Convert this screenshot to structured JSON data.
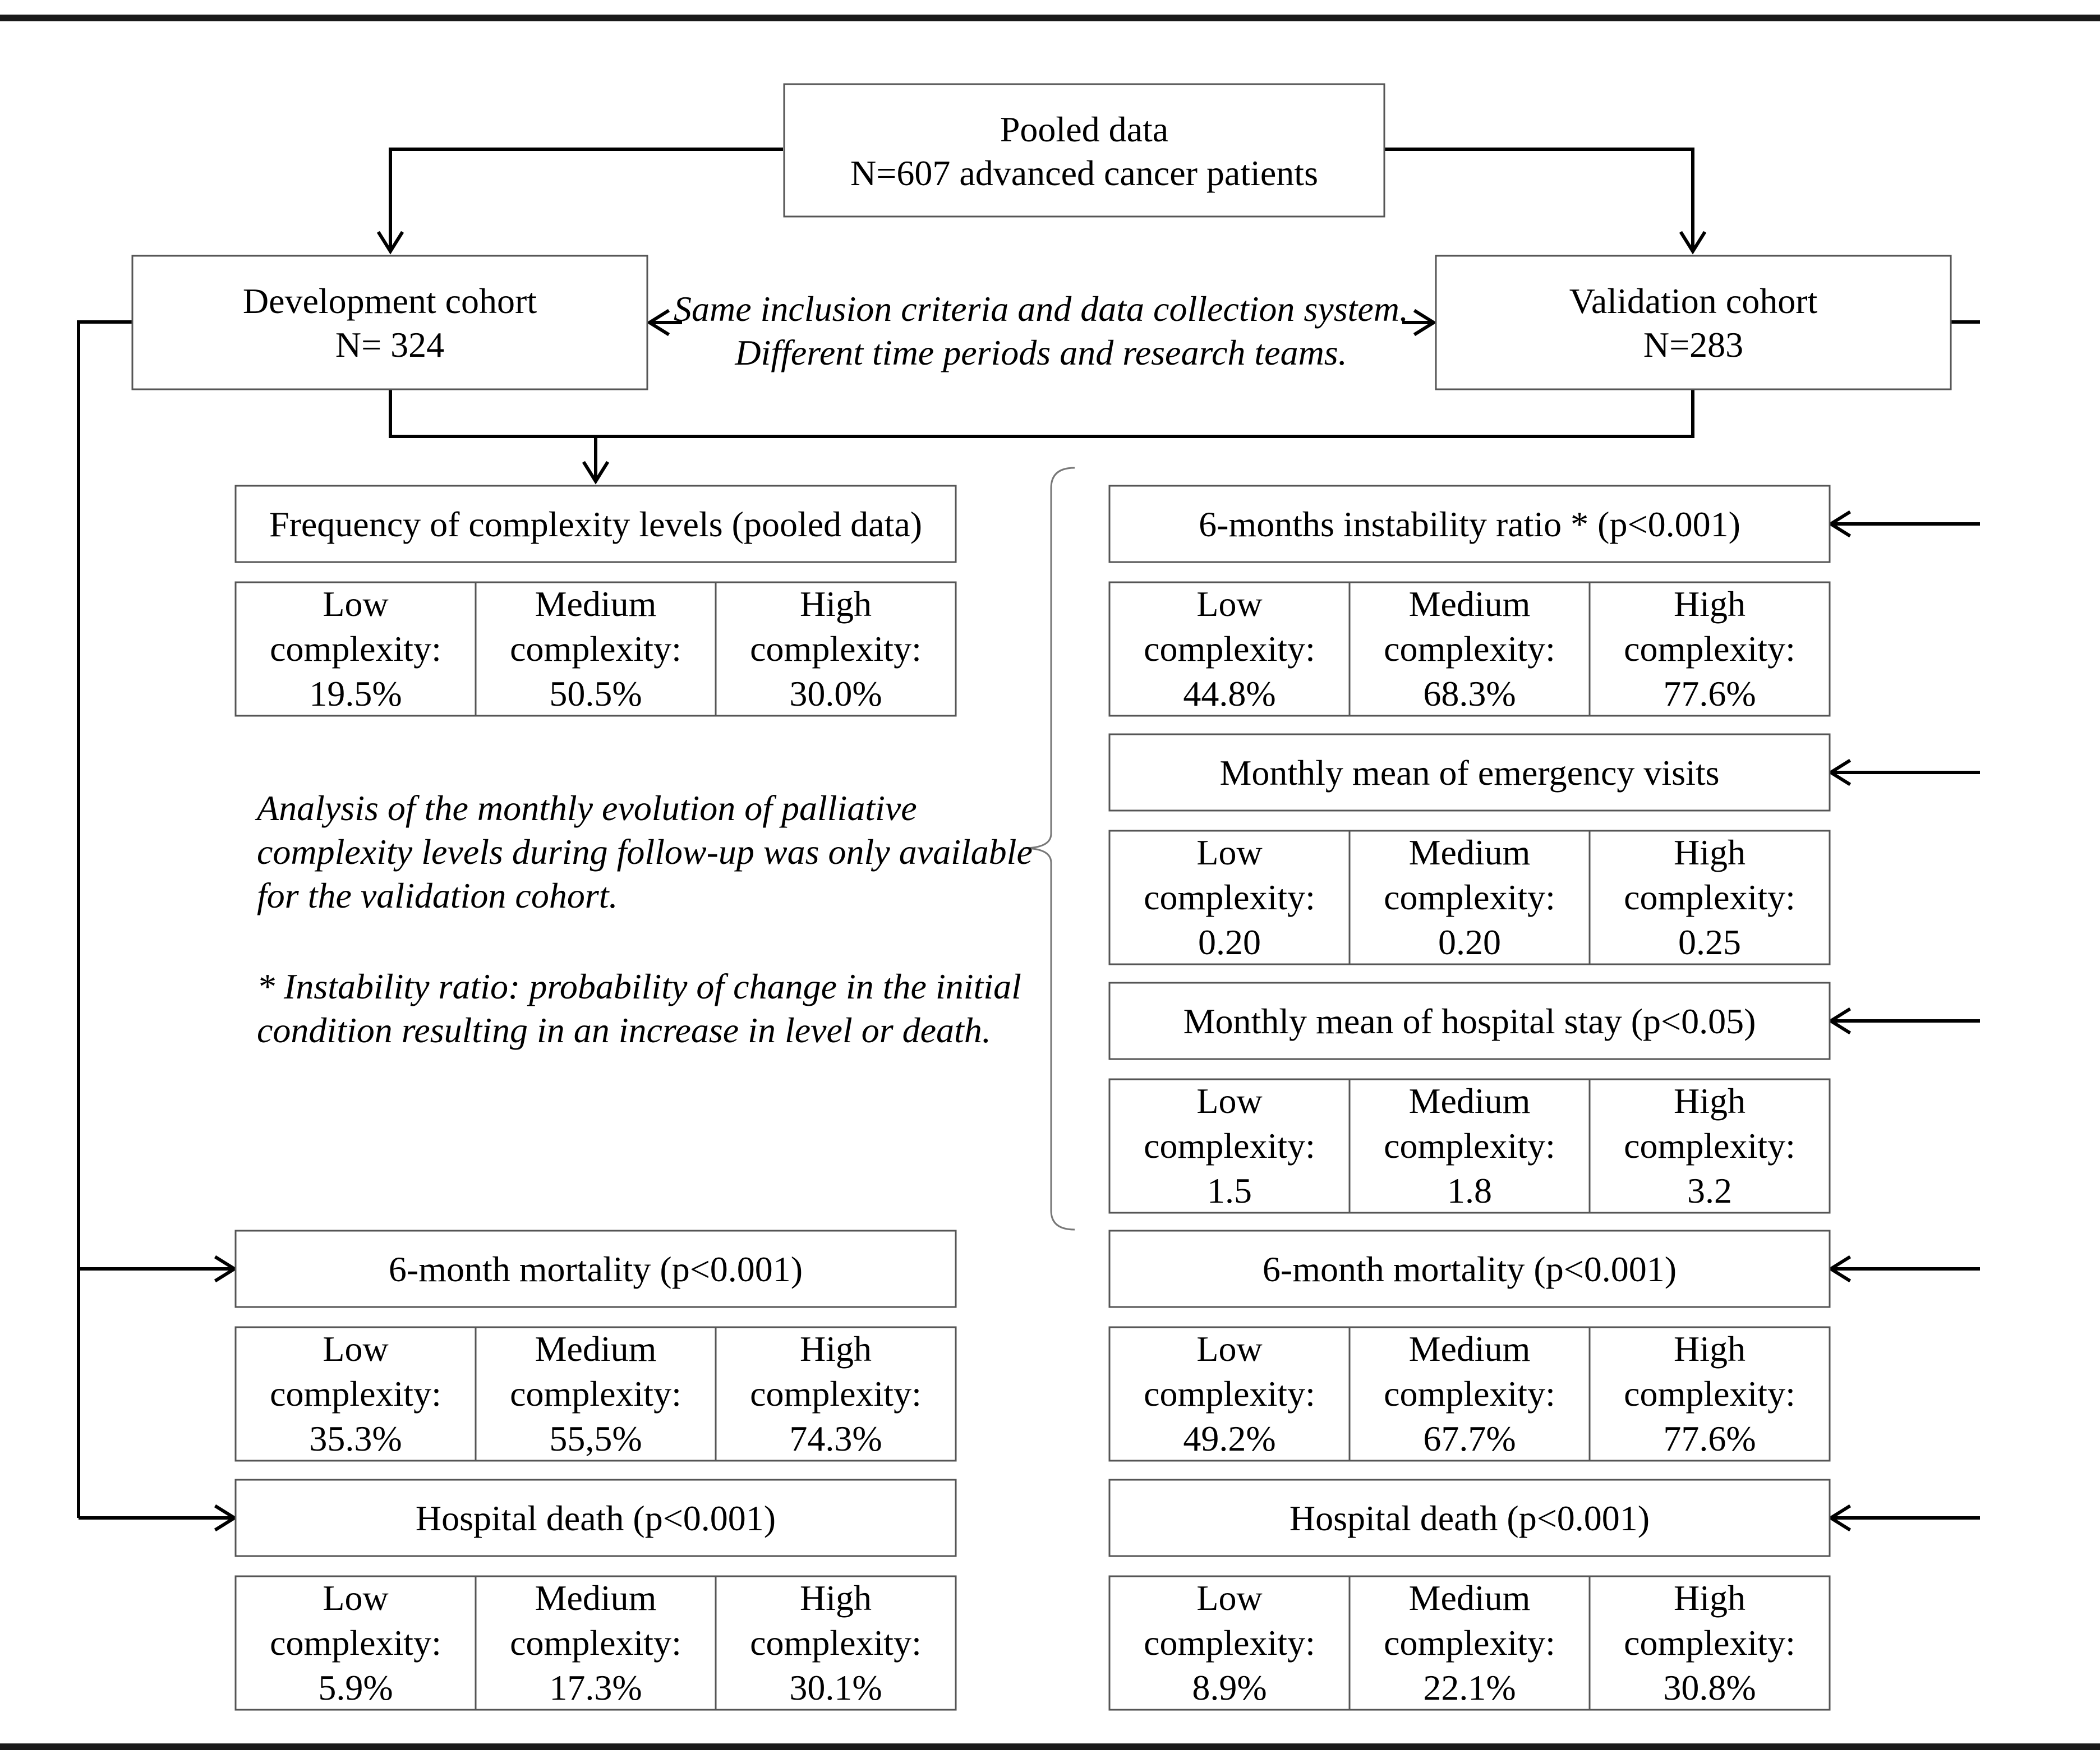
{
  "top": {
    "title": "Pooled data",
    "subtitle": "N=607 advanced cancer patients"
  },
  "development": {
    "title": "Development cohort",
    "n": "N= 324"
  },
  "validation": {
    "title": "Validation cohort",
    "n": "N=283"
  },
  "middle_note": [
    "Same inclusion criteria and data collection system.",
    "Different time periods and research teams."
  ],
  "analysis_note": [
    "Analysis of the monthly evolution of palliative",
    "complexity levels during follow-up was only available",
    "for the validation cohort."
  ],
  "footnote": [
    "* Instability ratio: probability of change in the initial",
    "condition resulting in an increase in level or death."
  ],
  "left_panels": [
    {
      "title": "Frequency of complexity levels (pooled data)",
      "cells": [
        {
          "line1": "Low",
          "line2": "complexity:",
          "value": "19.5%"
        },
        {
          "line1": "Medium",
          "line2": "complexity:",
          "value": "50.5%"
        },
        {
          "line1": "High",
          "line2": "complexity:",
          "value": "30.0%"
        }
      ]
    },
    {
      "title": "6-month mortality (p<0.001)",
      "cells": [
        {
          "line1": "Low",
          "line2": "complexity:",
          "value": "35.3%"
        },
        {
          "line1": "Medium",
          "line2": "complexity:",
          "value": "55,5%"
        },
        {
          "line1": "High",
          "line2": "complexity:",
          "value": "74.3%"
        }
      ]
    },
    {
      "title": "Hospital death (p<0.001)",
      "cells": [
        {
          "line1": "Low",
          "line2": "complexity:",
          "value": "5.9%"
        },
        {
          "line1": "Medium",
          "line2": "complexity:",
          "value": "17.3%"
        },
        {
          "line1": "High",
          "line2": "complexity:",
          "value": "30.1%"
        }
      ]
    }
  ],
  "right_panels": [
    {
      "title": "6-months instability ratio * (p<0.001)",
      "cells": [
        {
          "line1": "Low",
          "line2": "complexity:",
          "value": "44.8%"
        },
        {
          "line1": "Medium",
          "line2": "complexity:",
          "value": "68.3%"
        },
        {
          "line1": "High",
          "line2": "complexity:",
          "value": "77.6%"
        }
      ]
    },
    {
      "title": "Monthly mean of emergency visits",
      "cells": [
        {
          "line1": "Low",
          "line2": "complexity:",
          "value": "0.20"
        },
        {
          "line1": "Medium",
          "line2": "complexity:",
          "value": "0.20"
        },
        {
          "line1": "High",
          "line2": "complexity:",
          "value": "0.25"
        }
      ]
    },
    {
      "title": "Monthly mean of hospital stay (p<0.05)",
      "cells": [
        {
          "line1": "Low",
          "line2": "complexity:",
          "value": "1.5"
        },
        {
          "line1": "Medium",
          "line2": "complexity:",
          "value": "1.8"
        },
        {
          "line1": "High",
          "line2": "complexity:",
          "value": "3.2"
        }
      ]
    },
    {
      "title": "6-month mortality (p<0.001)",
      "cells": [
        {
          "line1": "Low",
          "line2": "complexity:",
          "value": "49.2%"
        },
        {
          "line1": "Medium",
          "line2": "complexity:",
          "value": "67.7%"
        },
        {
          "line1": "High",
          "line2": "complexity:",
          "value": "77.6%"
        }
      ]
    },
    {
      "title": "Hospital death (p<0.001)",
      "cells": [
        {
          "line1": "Low",
          "line2": "complexity:",
          "value": "8.9%"
        },
        {
          "line1": "Medium",
          "line2": "complexity:",
          "value": "22.1%"
        },
        {
          "line1": "High",
          "line2": "complexity:",
          "value": "30.8%"
        }
      ]
    }
  ]
}
